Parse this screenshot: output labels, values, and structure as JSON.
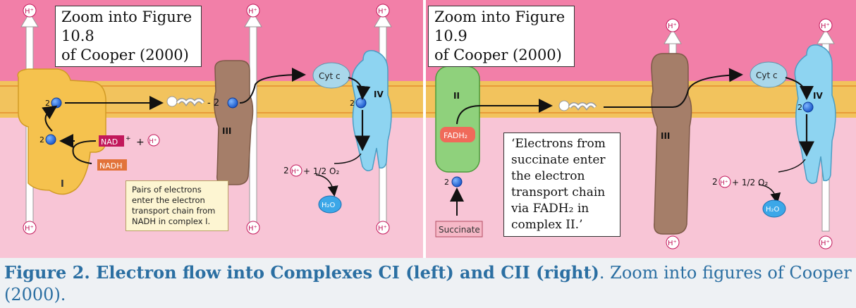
{
  "left": {
    "zoom_label_line1": "Zoom into Figure 10.8",
    "zoom_label_line2": "of  Cooper (2000)",
    "complex_i": "I",
    "complex_iii": "III",
    "complex_iv": "IV",
    "cyt_c": "Cyt c",
    "electron_2": "2",
    "q_minus_2": "- 2",
    "nad": "NAD",
    "nad_sup": "+",
    "plus": "+",
    "nadh": "NADH",
    "proton": "H⁺",
    "water_eq_prefix": "2",
    "water_eq_suffix": "+ 1/2 O₂",
    "water": "H₂O",
    "note_line1": "Pairs of electrons",
    "note_line2": "enter the electron",
    "note_line3": "transport chain from",
    "note_line4": "NADH in complex I."
  },
  "right": {
    "zoom_label_line1": "Zoom into Figure 10.9",
    "zoom_label_line2": "of  Cooper (2000)",
    "complex_ii": "II",
    "complex_iii": "III",
    "complex_iv": "IV",
    "cyt_c": "Cyt c",
    "fadh2": "FADH₂",
    "electron_2": "2",
    "succinate": "Succinate",
    "proton": "H⁺",
    "water_eq_prefix": "2",
    "water_eq_suffix": "+ 1/2 O₂",
    "water": "H₂O",
    "quote_line1": "‘Electrons from",
    "quote_line2": "succinate enter",
    "quote_line3": "the electron",
    "quote_line4": "transport chain",
    "quote_line5": "via FADH₂ in",
    "quote_line6": "complex II.’"
  },
  "caption": {
    "bold": "Figure 2. Electron flow into Complexes CI (left) and CII (right)",
    "rest": ". Zoom into figures of Cooper (2000)."
  },
  "colors": {
    "intermembrane": "#f27fa8",
    "matrix": "#f8c5d6",
    "membrane": "#f2c35d",
    "complex_i": "#f5c24e",
    "complex_ii": "#8fd17c",
    "complex_iii": "#a57e69",
    "complex_iv": "#8ed4f1",
    "caption_text": "#2b6fa2"
  }
}
